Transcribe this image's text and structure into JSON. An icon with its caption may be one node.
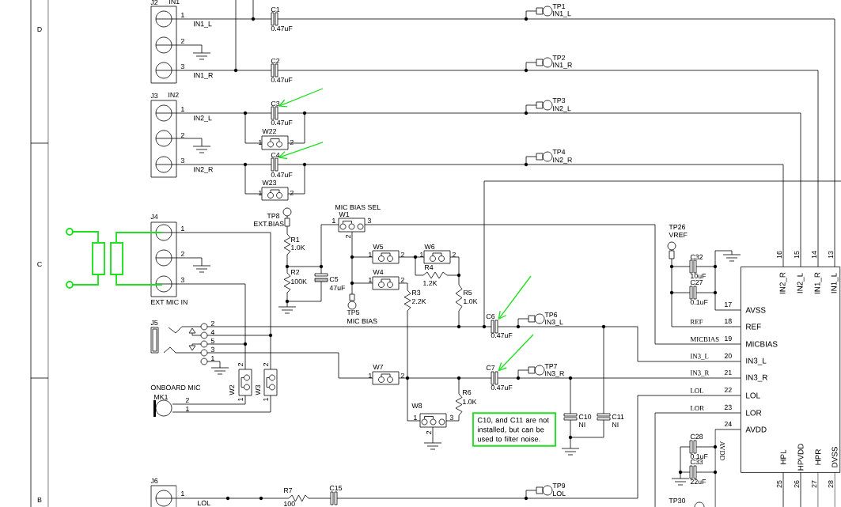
{
  "diagram": {
    "nodes": [
      {
        "text": [
          "IN2_R",
          "IN2_L",
          "IN1_R",
          "IN1_L",
          "AVSS",
          "REF",
          "MICBIAS",
          "IN3_L",
          "IN3_R",
          "LOL",
          "LOR",
          "AVDD",
          "HPL",
          "HPVDD",
          "HPR",
          "DVSS"
        ]
      },
      {
        "text": [
          "C10, and C11 are not installed, but can be used to filter noise."
        ]
      },
      {
        "text": [],
        "shape": "capacitor",
        "beside": [
          "C3",
          "0.47uF"
        ]
      },
      {
        "text": [],
        "shape": "capacitor",
        "beside": [
          "C4",
          "0.47uF"
        ]
      },
      {
        "text": [],
        "shape": "capacitor",
        "beside": [
          "C6",
          "0.47uF"
        ]
      },
      {
        "text": [],
        "shape": "capacitor",
        "beside": [
          "C7",
          "0.47uF"
        ]
      }
    ],
    "edges": [
      {
        "from": null,
        "to": 2,
        "arrow": "to",
        "color": "#1ee01e"
      },
      {
        "from": null,
        "to": 3,
        "arrow": "to",
        "color": "#1ee01e"
      },
      {
        "from": null,
        "to": 4,
        "arrow": "to",
        "color": "#1ee01e"
      },
      {
        "from": null,
        "to": 5,
        "arrow": "to",
        "color": "#1ee01e"
      },
      {
        "from": 2,
        "to": 0,
        "arrow": "none",
        "color": "#000000"
      },
      {
        "from": 3,
        "to": 0,
        "arrow": "none",
        "color": "#000000"
      },
      {
        "from": 4,
        "to": 0,
        "arrow": "none",
        "color": "#000000"
      },
      {
        "from": 5,
        "to": 0,
        "arrow": "none",
        "color": "#000000"
      }
    ],
    "labels": [
      "D",
      "C",
      "B",
      "J2",
      "IN1",
      "1",
      "IN1_L",
      "2",
      "3",
      "IN1_R",
      "C1",
      "0.47uF",
      "C2",
      "0.47uF",
      "TP1",
      "IN1_L",
      "TP2",
      "IN1_R",
      "J3",
      "IN2",
      "1",
      "IN2_L",
      "2",
      "3",
      "IN2_R",
      "W22",
      "1",
      "2",
      "W23",
      "1",
      "2",
      "TP3",
      "IN2_L",
      "TP4",
      "IN2_R",
      "16",
      "15",
      "14",
      "13",
      "17",
      "18",
      "19",
      "20",
      "21",
      "22",
      "23",
      "24",
      "REF",
      "MICBIAS",
      "IN3_L",
      "IN3_R",
      "LOL",
      "LOR",
      "AVDD",
      "TP26",
      "VREF",
      "C32",
      "10uF",
      "C27",
      "0.1uF",
      "C28",
      "0.1uF",
      "C33",
      "22uF",
      "TP30",
      "25",
      "26",
      "27",
      "28",
      "J4",
      "1",
      "2",
      "3",
      "EXT MIC IN",
      "TP8",
      "EXT.BIAS",
      "R1",
      "1.0K",
      "R2",
      "100K",
      "C5",
      "47uF",
      "MIC BIAS SEL",
      "W1",
      "1",
      "3",
      "2",
      "W5",
      "1",
      "2",
      "W6",
      "1",
      "2",
      "W4",
      "1",
      "2",
      "R4",
      "1.2K",
      "R3",
      "2.2K",
      "R5",
      "1.0K",
      "TP5",
      "MIC BIAS",
      "TP6",
      "IN3_L",
      "TP7",
      "IN3_R",
      "J5",
      "2",
      "4",
      "5",
      "3",
      "1",
      "W2",
      "2",
      "1",
      "W3",
      "2",
      "1",
      "ONBOARD MIC",
      "MK1",
      "2",
      "1",
      "W7",
      "1",
      "2",
      "W8",
      "1",
      "3",
      "2",
      "R6",
      "1.0K",
      "C10",
      "NI",
      "C11",
      "NI",
      "J6",
      "1",
      "LOL",
      "R7",
      "100",
      "C15",
      "TP9",
      "LOL"
    ]
  }
}
